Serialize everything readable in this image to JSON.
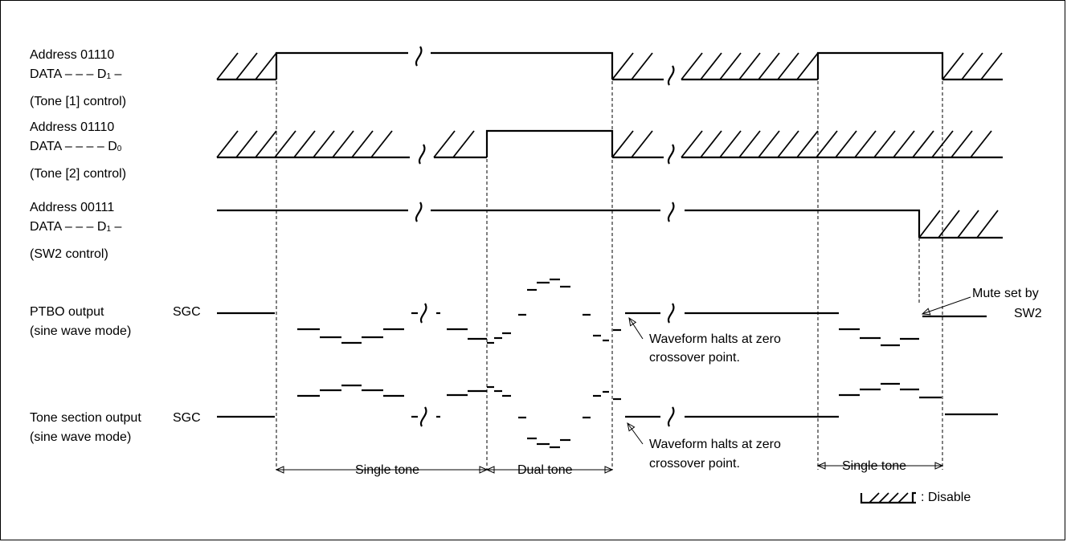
{
  "signals": {
    "tone1": {
      "line1": "Address 01110",
      "data_prefix": "DATA – – – D",
      "data_sub": "1",
      "data_suffix": " –",
      "line3": "(Tone [1] control)"
    },
    "tone2": {
      "line1": "Address 01110",
      "data_prefix": "DATA – – – – D",
      "data_sub": "0",
      "data_suffix": "",
      "line3": "(Tone [2] control)"
    },
    "sw2": {
      "line1": "Address 00111",
      "data_prefix": "DATA – – – D",
      "data_sub": "1",
      "data_suffix": " –",
      "line3": "(SW2 control)"
    },
    "ptbo": {
      "line1": "PTBO output",
      "line2": "(sine wave mode)",
      "ref": "SGC"
    },
    "tone_section": {
      "line1": "Tone section output",
      "line2": "(sine wave mode)",
      "ref": "SGC"
    }
  },
  "annotations": {
    "halt_ptbo": [
      "Waveform halts at zero",
      "crossover point."
    ],
    "halt_tone": [
      "Waveform halts at zero",
      "crossover point."
    ],
    "mute": [
      "Mute set by",
      "SW2"
    ]
  },
  "intervals": {
    "single_tone_1": "Single tone",
    "dual_tone": "Dual tone",
    "single_tone_2": "Single tone"
  },
  "legend": {
    "label": ": Disable"
  }
}
